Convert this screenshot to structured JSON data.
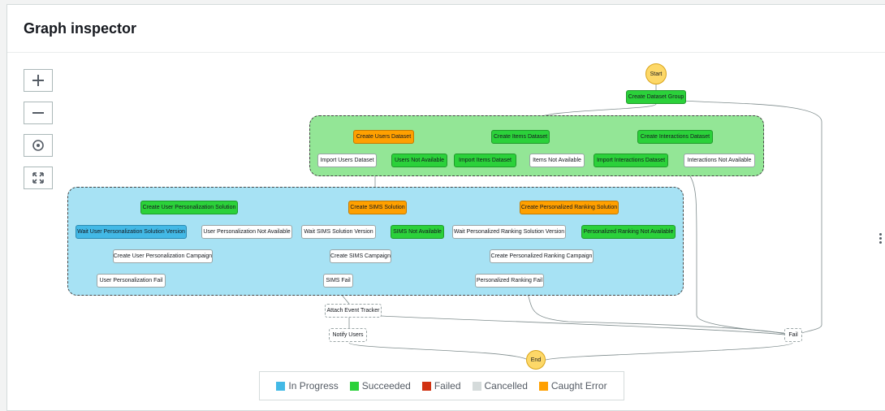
{
  "panel": {
    "title": "Graph inspector"
  },
  "zoom_controls": [
    {
      "name": "zoom-in-button",
      "icon": "plus-icon"
    },
    {
      "name": "zoom-out-button",
      "icon": "minus-icon"
    },
    {
      "name": "center-button",
      "icon": "center-target-icon"
    },
    {
      "name": "fit-to-screen-button",
      "icon": "fit-screen-icon"
    }
  ],
  "nodes": {
    "start": "Start",
    "end": "End",
    "create_dataset_group": "Create Dataset Group",
    "create_users_dataset": "Create Users Dataset",
    "create_items_dataset": "Create Items Dataset",
    "create_interactions_dataset": "Create Interactions Dataset",
    "import_users_dataset": "Import Users Dataset",
    "users_not_available": "Users Not Available",
    "import_items_dataset": "Import Items Dataset",
    "items_not_available": "Items Not Available",
    "import_interactions_dataset": "Import Interactions Dataset",
    "interactions_not_available": "Interactions Not Available",
    "create_user_personalization_solution": "Create User Personalization Solution",
    "create_sims_solution": "Create SIMS Solution",
    "create_personalized_ranking_solution": "Create Personalized Ranking Solution",
    "wait_user_personalization_solution_version": "Wait User Personalization Solution Version",
    "user_personalization_not_available": "User Personalization Not Available",
    "wait_sims_solution_version": "Wait SIMS Solution Version",
    "sims_not_available": "SIMS Not Available",
    "wait_personalized_ranking_solution_version": "Wait Personalized Ranking Solution Version",
    "personalized_ranking_not_available": "Personalized Ranking Not Available",
    "create_user_personalization_campaign": "Create User Personalization Campaign",
    "create_sims_campaign": "Create SIMS Campaign",
    "create_personalized_ranking_campaign": "Create Personalized Ranking Campaign",
    "user_personalization_fail": "User Personalization Fail",
    "sims_fail": "SIMS Fail",
    "personalized_ranking_fail": "Personalized Ranking Fail",
    "attach_event_tracker": "Attach Event Tracker",
    "notify_users": "Notify Users",
    "fail": "Fail"
  },
  "legend": [
    {
      "label": "In Progress",
      "color": "#43b9e6"
    },
    {
      "label": "Succeeded",
      "color": "#2bd13a"
    },
    {
      "label": "Failed",
      "color": "#d13212"
    },
    {
      "label": "Cancelled",
      "color": "#d5dbdb"
    },
    {
      "label": "Caught Error",
      "color": "#ffa000"
    }
  ],
  "status_colors": {
    "in_progress": "#43b9e6",
    "succeeded": "#2bd13a",
    "caught_error": "#ffa000",
    "group_success_bg": "#93e696",
    "group_running_bg": "#a7e2f4"
  }
}
